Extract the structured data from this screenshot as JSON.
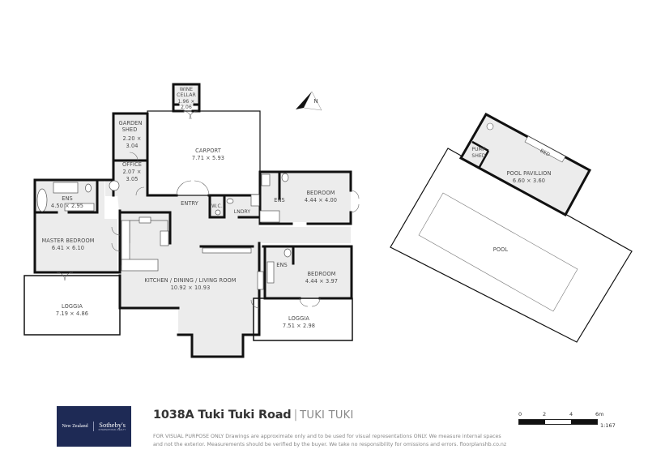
{
  "plan": {
    "rooms": [
      {
        "name": "WINE CELLAR",
        "lines": [
          "WINE",
          "CELLAR",
          "1.96 ×",
          "2.06"
        ]
      },
      {
        "name": "GARDEN SHED",
        "lines": [
          "GARDEN",
          "SHED",
          "2.20 ×",
          "3.04"
        ]
      },
      {
        "name": "OFFICE",
        "lines": [
          "OFFICE",
          "2.07 ×",
          "3.05"
        ]
      },
      {
        "name": "CARPORT",
        "lines": [
          "CARPORT",
          "7.71 × 5.93"
        ]
      },
      {
        "name": "ENS (master)",
        "lines": [
          "ENS",
          "4.50 × 2.95"
        ]
      },
      {
        "name": "MASTER BEDROOM",
        "lines": [
          "MASTER BEDROOM",
          "6.41 × 6.10"
        ]
      },
      {
        "name": "LOGGIA (west)",
        "lines": [
          "LOGGIA",
          "7.19 × 4.86"
        ]
      },
      {
        "name": "ENTRY",
        "lines": [
          "ENTRY"
        ]
      },
      {
        "name": "KITCHEN / DINING / LIVING ROOM",
        "lines": [
          "KITCHEN / DINING / LIVING ROOM",
          "10.92 × 10.93"
        ]
      },
      {
        "name": "W.C.",
        "lines": [
          "W.C."
        ]
      },
      {
        "name": "LNDRY",
        "lines": [
          "LNDRY"
        ]
      },
      {
        "name": "ENS (bedroom 2)",
        "lines": [
          "ENS"
        ]
      },
      {
        "name": "BEDROOM (north)",
        "lines": [
          "BEDROOM",
          "4.44 × 4.00"
        ]
      },
      {
        "name": "ENS (bedroom 3)",
        "lines": [
          "ENS"
        ]
      },
      {
        "name": "BEDROOM (south)",
        "lines": [
          "BEDROOM",
          "4.44 × 3.97"
        ]
      },
      {
        "name": "LOGGIA (east)",
        "lines": [
          "LOGGIA",
          "7.51 × 2.98"
        ]
      },
      {
        "name": "PUMP SHED",
        "lines": [
          "PUMP",
          "SHED"
        ]
      },
      {
        "name": "POOL PAVILLION",
        "lines": [
          "POOL PAVILLION",
          "6.60 × 3.60"
        ]
      },
      {
        "name": "BED",
        "lines": [
          "BED"
        ]
      },
      {
        "name": "POOL",
        "lines": [
          "POOL"
        ]
      }
    ],
    "north_label": "N"
  },
  "footer": {
    "logo": {
      "region": "New Zealand",
      "brand": "Sotheby's",
      "sub": "INTERNATIONAL REALTY",
      "bg": "#1e2a55"
    },
    "address": "1038A Tuki Tuki Road",
    "separator": "|",
    "town": "TUKI TUKI",
    "disclaimer_1": "FOR VISUAL PURPOSE ONLY Drawings are approximate only and to be used for visual representations ONLY. We measure internal spaces",
    "disclaimer_2": "and not the exterior. Measurements should be verified by the buyer. We take no responsibility for omissions and errors. floorplanshb.co.nz"
  },
  "scale": {
    "ticks": [
      "0",
      "2",
      "4",
      "6m"
    ],
    "ratio": "1:167"
  },
  "colors": {
    "floor": "#ececec",
    "wall": "#111111",
    "accent": "#1e2a55"
  }
}
